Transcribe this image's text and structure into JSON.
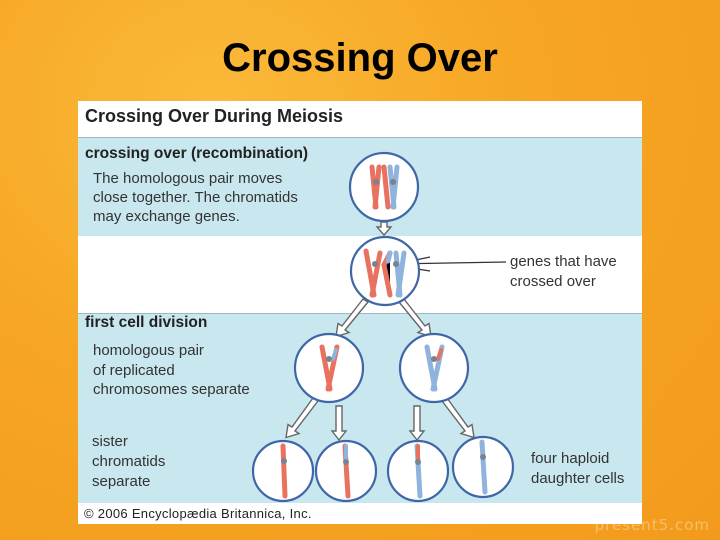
{
  "slide": {
    "title": "Crossing Over",
    "watermark": "present5.com"
  },
  "figure": {
    "heading": "Crossing Over During Meiosis",
    "sections": [
      {
        "heading": "crossing over (recombination)",
        "body": [
          "The homologous pair moves",
          "close together. The chromatids",
          "may exchange genes."
        ]
      },
      {
        "heading": "first cell division",
        "body": [
          "homologous pair",
          "of replicated",
          "chromosomes separate"
        ]
      },
      {
        "heading": "",
        "body": [
          "sister",
          "chromatids",
          "separate"
        ]
      }
    ],
    "callout": [
      "genes that have",
      "crossed over"
    ],
    "result_label": [
      "four haploid",
      "daughter cells"
    ],
    "credit": "© 2006 Encyclopædia Britannica, Inc.",
    "colors": {
      "band": "#c9e7ef",
      "membrane": "#3f67a8",
      "maternal": "#e8715f",
      "paternal": "#8fb3dc",
      "centromere": "#7a8290",
      "arrow": "#666666"
    }
  }
}
